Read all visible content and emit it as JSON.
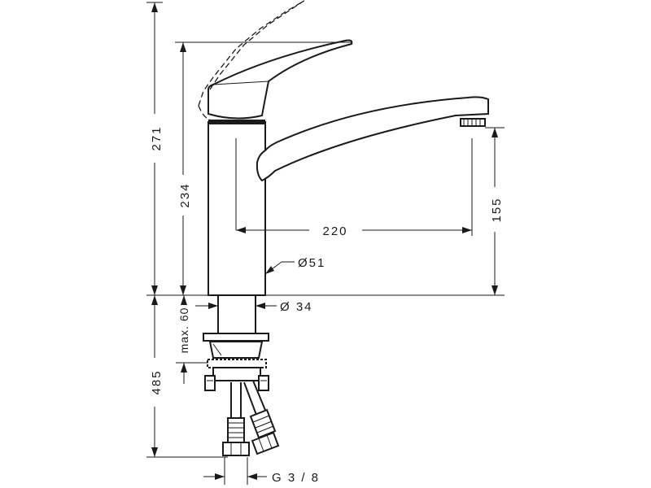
{
  "dimensions": {
    "overall_height": "271",
    "lever_height": "234",
    "spout_reach": "220",
    "spout_height": "155",
    "body_diameter": "Ø51",
    "shank_diameter": "Ø 34",
    "max_counter_thickness": "max. 60",
    "hose_length": "485",
    "connection_thread": "G 3 / 8"
  }
}
